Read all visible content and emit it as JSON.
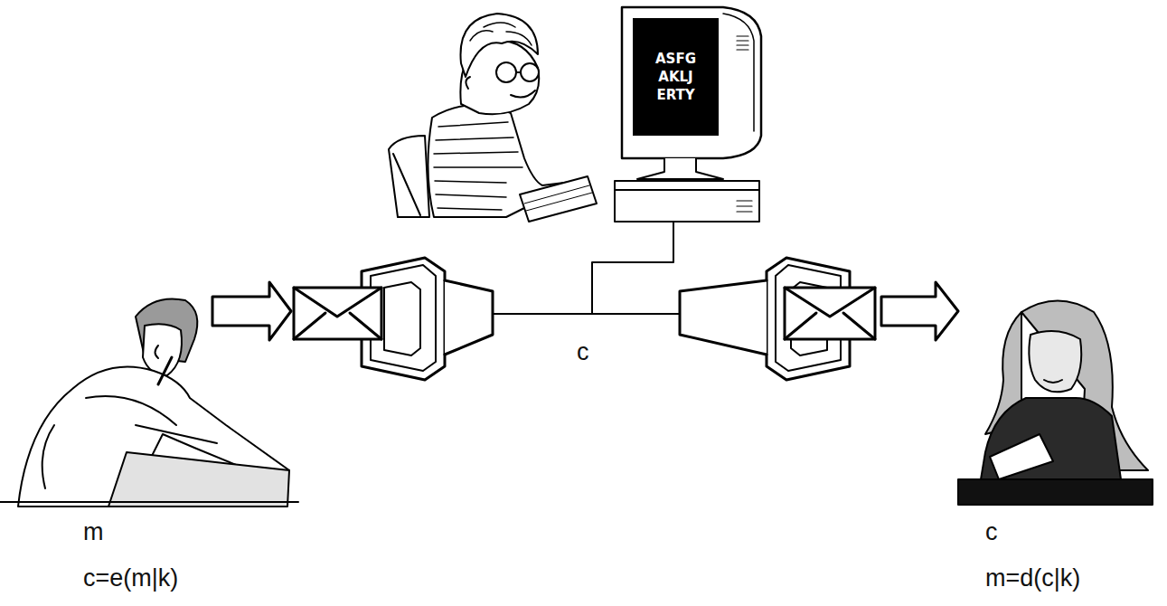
{
  "diagram": {
    "nodes": [
      {
        "text": [
          "ASFG AKLJ ERTY"
        ]
      }
    ],
    "labels": [
      "m",
      "c=e(m|k)",
      "c",
      "c",
      "m=d(c|k)"
    ]
  }
}
